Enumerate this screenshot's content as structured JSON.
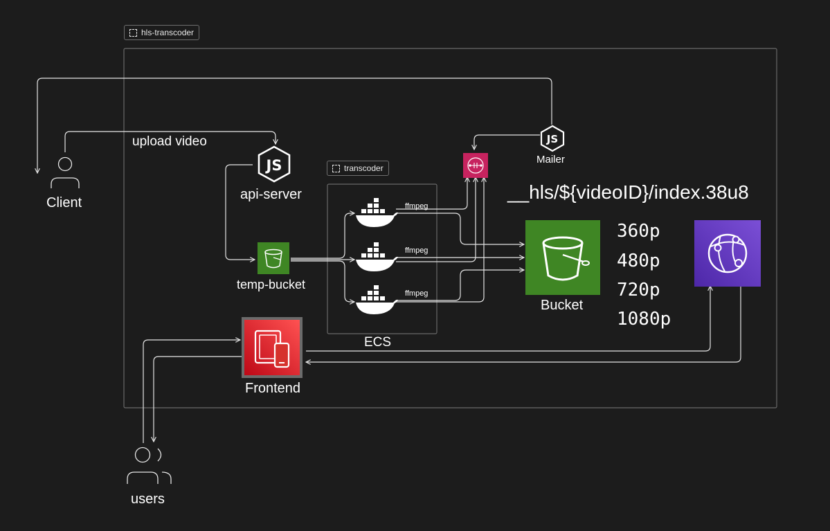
{
  "group_tags": {
    "outer": "hls-transcoder",
    "inner": "transcoder"
  },
  "labels": {
    "upload": "upload video",
    "client": "Client",
    "api_server": "api-server",
    "temp_bucket": "temp-bucket",
    "ecs": "ECS",
    "ffmpeg": [
      "ffmpeg",
      "ffmpeg",
      "ffmpeg"
    ],
    "mailer": "Mailer",
    "path": "__hls/${videoID}/index.38u8",
    "bucket": "Bucket",
    "frontend": "Frontend",
    "users": "users",
    "js_logo": "JS"
  },
  "resolutions": [
    "360p",
    "480p",
    "720p",
    "1080p"
  ],
  "colors": {
    "background": "#1c1c1c",
    "s3_green": "#3f8624",
    "sns_pink": "#c7235f",
    "cloudfront_purple": "#6a3fc4",
    "frontend_red": "#d6322d"
  },
  "icons": [
    "user-icon",
    "nodejs-icon",
    "s3-bucket-icon",
    "docker-icon",
    "sns-icon",
    "cloudfront-icon",
    "amplify-icon",
    "users-icon"
  ]
}
